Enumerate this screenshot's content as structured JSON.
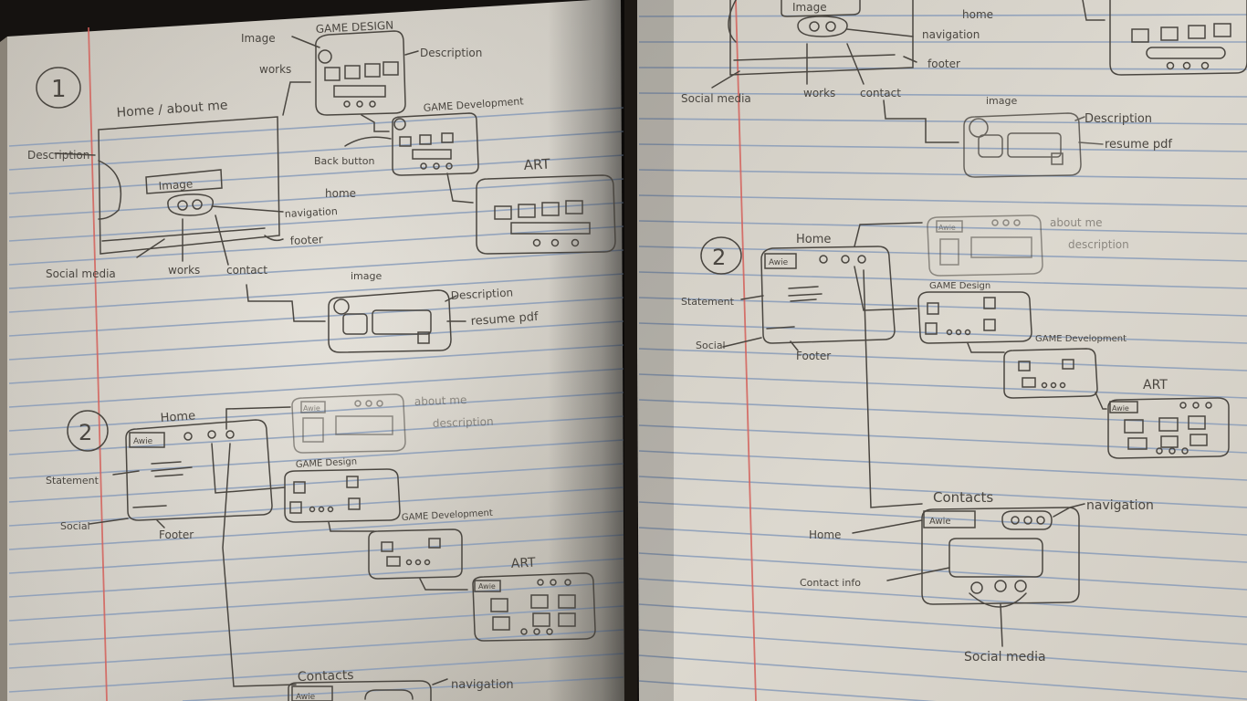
{
  "left_page": {
    "section_one": {
      "number": "1",
      "home_title": "Home / about me",
      "description": "Description",
      "image": "Image",
      "navigation": "navigation",
      "footer": "footer",
      "social_media": "Social media",
      "works": "works",
      "contact": "contact",
      "image_label": "Image",
      "works_label": "works",
      "game_design": "GAME DESIGN",
      "game_design_description": "Description",
      "game_development": "GAME Development",
      "back_button": "Back button",
      "home": "home",
      "art": "ART",
      "contact_image": "image",
      "contact_description": "Description",
      "resume_pdf": "resume pdf"
    },
    "section_two": {
      "number": "2",
      "home": "Home",
      "logo": "Awie",
      "statement": "Statement",
      "social": "Social",
      "footer": "Footer",
      "about_logo": "Awie",
      "about_me": "about me",
      "description": "description",
      "game_design": "GAME Design",
      "game_development": "GAME Development",
      "art": "ART",
      "art_logo": "Awie",
      "contacts": "Contacts",
      "navigation": "navigation",
      "contacts_logo": "Awie"
    }
  },
  "right_page": {
    "top": {
      "image": "Image",
      "home": "home",
      "navigation": "navigation",
      "footer": "footer",
      "social_media": "Social media",
      "works": "works",
      "contact": "contact",
      "contact_image": "image",
      "description": "Description",
      "resume_pdf": "resume pdf"
    },
    "section_two": {
      "number": "2",
      "home": "Home",
      "logo": "Awie",
      "statement": "Statement",
      "social": "Social",
      "footer": "Footer",
      "about_logo": "Awie",
      "about_me": "about me",
      "description": "description",
      "game_design": "GAME Design",
      "game_development": "GAME Development",
      "art": "ART",
      "art_logo": "Awie",
      "contacts": "Contacts",
      "navigation": "navigation",
      "home_label": "Home",
      "contacts_logo": "Awie",
      "contact_info": "Contact info",
      "social_media": "Social media"
    }
  },
  "colors": {
    "paper": "#ddd8ce",
    "rule": "#8398b8",
    "margin": "#d4605a",
    "pencil": "#4a4640",
    "background": "#151210"
  }
}
